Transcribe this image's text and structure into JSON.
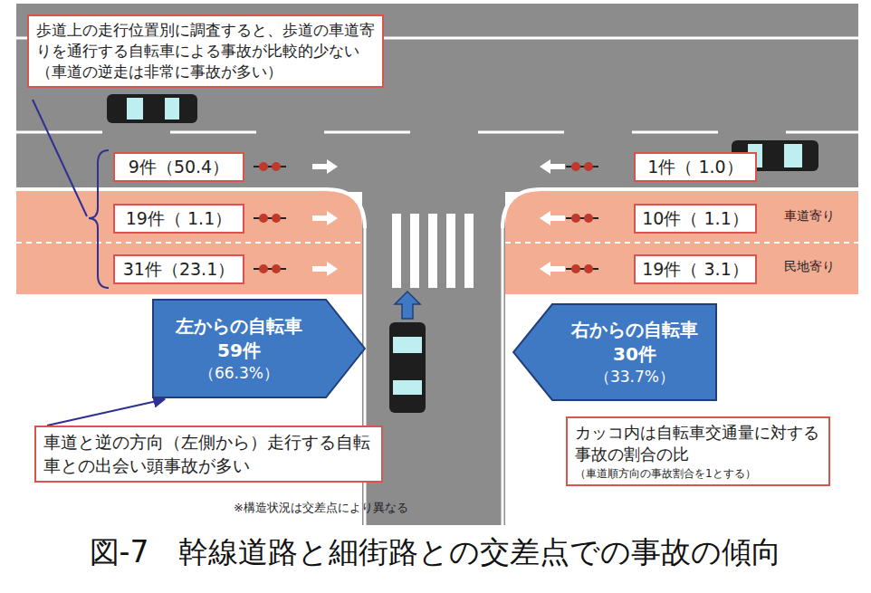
{
  "diagram": {
    "caption": "図-7　幹線道路と細街路との交差点での事故の傾向",
    "nodes": [
      {
        "text": [
          "歩道上の走行位置別に調査すると、歩道の車道寄りを通行する自転車による事故が比較的少ない",
          "（車道の逆走は非常に事故が多い）"
        ]
      },
      {
        "text": [
          "9件（50.4）"
        ]
      },
      {
        "text": [
          "1件（ 1.0）"
        ]
      },
      {
        "text": [
          "19件（ 1.1）"
        ]
      },
      {
        "text": [
          "10件（ 1.1）"
        ]
      },
      {
        "text": [
          "31件（23.1）"
        ]
      },
      {
        "text": [
          "19件（ 3.1）"
        ]
      },
      {
        "text": [
          "左からの自転車",
          "59件",
          "（66.3%）"
        ]
      },
      {
        "text": [
          "右からの自転車",
          "30件",
          "（33.7%）"
        ]
      },
      {
        "text": [
          "車道と逆の方向（左側から）走行する自転車との出会い頭事故が多い"
        ]
      },
      {
        "text": [
          "カッコ内は自転車交通量に対する事故の割合の比",
          "（車道順方向の事故割合を1とする）"
        ]
      }
    ],
    "edges": [
      {
        "from": 9,
        "to": 7,
        "arrow": "to"
      }
    ],
    "labels": [
      "車道寄り",
      "民地寄り",
      "※構造状況は交差点により異なる"
    ]
  }
}
